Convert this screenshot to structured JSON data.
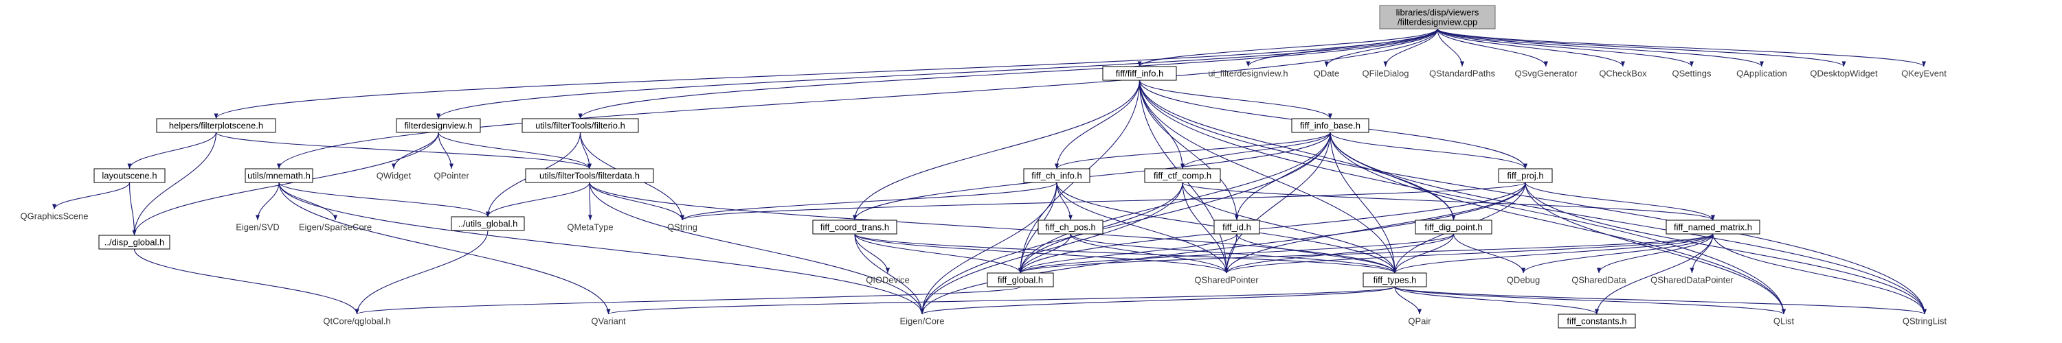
{
  "nodes": {
    "root": {
      "lines": [
        "libraries/disp/viewers",
        "/filterdesignview.cpp"
      ],
      "kind": "root"
    },
    "filterplotscene_h": {
      "lines": [
        "helpers/filterplotscene.h"
      ],
      "kind": "box"
    },
    "layoutscene_h": {
      "lines": [
        "layoutscene.h"
      ],
      "kind": "box"
    },
    "qgraphicsscene": {
      "lines": [
        "QGraphicsScene"
      ],
      "kind": "sys"
    },
    "disp_global_h": {
      "lines": [
        "../disp_global.h"
      ],
      "kind": "box"
    },
    "qtcore_qglobal": {
      "lines": [
        "QtCore/qglobal.h"
      ],
      "kind": "sys"
    },
    "mnemath_h": {
      "lines": [
        "utils/mnemath.h"
      ],
      "kind": "box"
    },
    "eigen_svd": {
      "lines": [
        "Eigen/SVD"
      ],
      "kind": "sys"
    },
    "eigen_sparsecore": {
      "lines": [
        "Eigen/SparseCore"
      ],
      "kind": "sys"
    },
    "utils_global_h": {
      "lines": [
        "../utils_global.h"
      ],
      "kind": "box"
    },
    "qvariant": {
      "lines": [
        "QVariant"
      ],
      "kind": "sys"
    },
    "eigen_core": {
      "lines": [
        "Eigen/Core"
      ],
      "kind": "sys"
    },
    "filterdesignview_h": {
      "lines": [
        "filterdesignview.h"
      ],
      "kind": "box"
    },
    "qwidget": {
      "lines": [
        "QWidget"
      ],
      "kind": "sys"
    },
    "qpointer": {
      "lines": [
        "QPointer"
      ],
      "kind": "sys"
    },
    "filterio_h": {
      "lines": [
        "utils/filterTools/filterio.h"
      ],
      "kind": "box"
    },
    "filterdata_h": {
      "lines": [
        "utils/filterTools/filterdata.h"
      ],
      "kind": "box"
    },
    "qmetatype": {
      "lines": [
        "QMetaType"
      ],
      "kind": "sys"
    },
    "qstring": {
      "lines": [
        "QString"
      ],
      "kind": "sys"
    },
    "fiff_info_h": {
      "lines": [
        "fiff/fiff_info.h"
      ],
      "kind": "box"
    },
    "ui_filterdesignview_h": {
      "lines": [
        "ui_filterdesignview.h"
      ],
      "kind": "sys"
    },
    "qdate": {
      "lines": [
        "QDate"
      ],
      "kind": "sys"
    },
    "qfiledialog": {
      "lines": [
        "QFileDialog"
      ],
      "kind": "sys"
    },
    "qstandardpaths": {
      "lines": [
        "QStandardPaths"
      ],
      "kind": "sys"
    },
    "qsvggenerator": {
      "lines": [
        "QSvgGenerator"
      ],
      "kind": "sys"
    },
    "qcheckbox": {
      "lines": [
        "QCheckBox"
      ],
      "kind": "sys"
    },
    "qsettings": {
      "lines": [
        "QSettings"
      ],
      "kind": "sys"
    },
    "qapplication": {
      "lines": [
        "QApplication"
      ],
      "kind": "sys"
    },
    "qdesktopwidget": {
      "lines": [
        "QDesktopWidget"
      ],
      "kind": "sys"
    },
    "qkeyevent": {
      "lines": [
        "QKeyEvent"
      ],
      "kind": "sys"
    },
    "fiff_info_base_h": {
      "lines": [
        "fiff_info_base.h"
      ],
      "kind": "box"
    },
    "fiff_ch_info_h": {
      "lines": [
        "fiff_ch_info.h"
      ],
      "kind": "box"
    },
    "fiff_ctf_comp_h": {
      "lines": [
        "fiff_ctf_comp.h"
      ],
      "kind": "box"
    },
    "fiff_proj_h": {
      "lines": [
        "fiff_proj.h"
      ],
      "kind": "box"
    },
    "fiff_coord_trans_h": {
      "lines": [
        "fiff_coord_trans.h"
      ],
      "kind": "box"
    },
    "fiff_ch_pos_h": {
      "lines": [
        "fiff_ch_pos.h"
      ],
      "kind": "box"
    },
    "fiff_id_h": {
      "lines": [
        "fiff_id.h"
      ],
      "kind": "box"
    },
    "fiff_dig_point_h": {
      "lines": [
        "fiff_dig_point.h"
      ],
      "kind": "box"
    },
    "fiff_named_matrix_h": {
      "lines": [
        "fiff_named_matrix.h"
      ],
      "kind": "box"
    },
    "fiff_global_h": {
      "lines": [
        "fiff_global.h"
      ],
      "kind": "box"
    },
    "fiff_types_h": {
      "lines": [
        "fiff_types.h"
      ],
      "kind": "box"
    },
    "qsharedpointer": {
      "lines": [
        "QSharedPointer"
      ],
      "kind": "sys"
    },
    "qiodevice": {
      "lines": [
        "QIODevice"
      ],
      "kind": "sys"
    },
    "qdebug": {
      "lines": [
        "QDebug"
      ],
      "kind": "sys"
    },
    "qshareddata": {
      "lines": [
        "QSharedData"
      ],
      "kind": "sys"
    },
    "qshareddatapointer": {
      "lines": [
        "QSharedDataPointer"
      ],
      "kind": "sys"
    },
    "qlist": {
      "lines": [
        "QList"
      ],
      "kind": "sys"
    },
    "qstringlist": {
      "lines": [
        "QStringList"
      ],
      "kind": "sys"
    },
    "qpair": {
      "lines": [
        "QPair"
      ],
      "kind": "sys"
    },
    "fiff_constants_h": {
      "lines": [
        "fiff_constants.h"
      ],
      "kind": "box"
    }
  },
  "edges": [
    [
      "root",
      "filterplotscene_h"
    ],
    [
      "root",
      "mnemath_h"
    ],
    [
      "root",
      "filterdesignview_h"
    ],
    [
      "root",
      "filterio_h"
    ],
    [
      "root",
      "fiff_info_h"
    ],
    [
      "root",
      "ui_filterdesignview_h"
    ],
    [
      "root",
      "qdate"
    ],
    [
      "root",
      "qfiledialog"
    ],
    [
      "root",
      "qstandardpaths"
    ],
    [
      "root",
      "qsvggenerator"
    ],
    [
      "root",
      "qcheckbox"
    ],
    [
      "root",
      "qsettings"
    ],
    [
      "root",
      "qapplication"
    ],
    [
      "root",
      "qdesktopwidget"
    ],
    [
      "root",
      "qkeyevent"
    ],
    [
      "filterplotscene_h",
      "layoutscene_h"
    ],
    [
      "filterplotscene_h",
      "disp_global_h"
    ],
    [
      "filterplotscene_h",
      "filterdata_h"
    ],
    [
      "layoutscene_h",
      "qgraphicsscene"
    ],
    [
      "layoutscene_h",
      "disp_global_h"
    ],
    [
      "disp_global_h",
      "qtcore_qglobal"
    ],
    [
      "mnemath_h",
      "eigen_svd"
    ],
    [
      "mnemath_h",
      "eigen_sparsecore"
    ],
    [
      "mnemath_h",
      "utils_global_h"
    ],
    [
      "mnemath_h",
      "qvariant"
    ],
    [
      "mnemath_h",
      "eigen_core"
    ],
    [
      "utils_global_h",
      "qtcore_qglobal"
    ],
    [
      "filterdesignview_h",
      "disp_global_h"
    ],
    [
      "filterdesignview_h",
      "qwidget"
    ],
    [
      "filterdesignview_h",
      "qpointer"
    ],
    [
      "filterdesignview_h",
      "filterdata_h"
    ],
    [
      "filterio_h",
      "filterdata_h"
    ],
    [
      "filterio_h",
      "utils_global_h"
    ],
    [
      "filterio_h",
      "qstring"
    ],
    [
      "filterdata_h",
      "utils_global_h"
    ],
    [
      "filterdata_h",
      "qmetatype"
    ],
    [
      "filterdata_h",
      "qstring"
    ],
    [
      "filterdata_h",
      "eigen_core"
    ],
    [
      "filterdata_h",
      "fiff_types_h"
    ],
    [
      "fiff_info_h",
      "fiff_info_base_h"
    ],
    [
      "fiff_info_h",
      "fiff_ch_info_h"
    ],
    [
      "fiff_info_h",
      "fiff_ctf_comp_h"
    ],
    [
      "fiff_info_h",
      "fiff_proj_h"
    ],
    [
      "fiff_info_h",
      "fiff_coord_trans_h"
    ],
    [
      "fiff_info_h",
      "fiff_id_h"
    ],
    [
      "fiff_info_h",
      "fiff_dig_point_h"
    ],
    [
      "fiff_info_h",
      "fiff_global_h"
    ],
    [
      "fiff_info_h",
      "fiff_types_h"
    ],
    [
      "fiff_info_h",
      "qsharedpointer"
    ],
    [
      "fiff_info_h",
      "qlist"
    ],
    [
      "fiff_info_h",
      "qstringlist"
    ],
    [
      "fiff_info_base_h",
      "fiff_ch_info_h"
    ],
    [
      "fiff_info_base_h",
      "fiff_ctf_comp_h"
    ],
    [
      "fiff_info_base_h",
      "fiff_proj_h"
    ],
    [
      "fiff_info_base_h",
      "fiff_coord_trans_h"
    ],
    [
      "fiff_info_base_h",
      "fiff_id_h"
    ],
    [
      "fiff_info_base_h",
      "fiff_dig_point_h"
    ],
    [
      "fiff_info_base_h",
      "fiff_global_h"
    ],
    [
      "fiff_info_base_h",
      "fiff_types_h"
    ],
    [
      "fiff_info_base_h",
      "qsharedpointer"
    ],
    [
      "fiff_info_base_h",
      "qlist"
    ],
    [
      "fiff_info_base_h",
      "qstringlist"
    ],
    [
      "fiff_info_base_h",
      "eigen_core"
    ],
    [
      "fiff_ch_info_h",
      "fiff_ch_pos_h"
    ],
    [
      "fiff_ch_info_h",
      "fiff_global_h"
    ],
    [
      "fiff_ch_info_h",
      "fiff_types_h"
    ],
    [
      "fiff_ch_info_h",
      "qsharedpointer"
    ],
    [
      "fiff_ch_info_h",
      "qstring"
    ],
    [
      "fiff_ch_info_h",
      "eigen_core"
    ],
    [
      "fiff_ctf_comp_h",
      "fiff_named_matrix_h"
    ],
    [
      "fiff_ctf_comp_h",
      "fiff_global_h"
    ],
    [
      "fiff_ctf_comp_h",
      "fiff_types_h"
    ],
    [
      "fiff_ctf_comp_h",
      "qsharedpointer"
    ],
    [
      "fiff_ctf_comp_h",
      "eigen_core"
    ],
    [
      "fiff_proj_h",
      "fiff_named_matrix_h"
    ],
    [
      "fiff_proj_h",
      "fiff_global_h"
    ],
    [
      "fiff_proj_h",
      "fiff_types_h"
    ],
    [
      "fiff_proj_h",
      "qsharedpointer"
    ],
    [
      "fiff_proj_h",
      "qstring"
    ],
    [
      "fiff_proj_h",
      "qlist"
    ],
    [
      "fiff_proj_h",
      "qstringlist"
    ],
    [
      "fiff_proj_h",
      "eigen_core"
    ],
    [
      "fiff_coord_trans_h",
      "fiff_global_h"
    ],
    [
      "fiff_coord_trans_h",
      "fiff_types_h"
    ],
    [
      "fiff_coord_trans_h",
      "qsharedpointer"
    ],
    [
      "fiff_coord_trans_h",
      "qiodevice"
    ],
    [
      "fiff_coord_trans_h",
      "eigen_core"
    ],
    [
      "fiff_ch_pos_h",
      "fiff_global_h"
    ],
    [
      "fiff_ch_pos_h",
      "fiff_types_h"
    ],
    [
      "fiff_ch_pos_h",
      "qsharedpointer"
    ],
    [
      "fiff_id_h",
      "fiff_global_h"
    ],
    [
      "fiff_id_h",
      "fiff_types_h"
    ],
    [
      "fiff_id_h",
      "qsharedpointer"
    ],
    [
      "fiff_dig_point_h",
      "fiff_global_h"
    ],
    [
      "fiff_dig_point_h",
      "fiff_types_h"
    ],
    [
      "fiff_dig_point_h",
      "qsharedpointer"
    ],
    [
      "fiff_dig_point_h",
      "qdebug"
    ],
    [
      "fiff_named_matrix_h",
      "fiff_global_h"
    ],
    [
      "fiff_named_matrix_h",
      "fiff_types_h"
    ],
    [
      "fiff_named_matrix_h",
      "qsharedpointer"
    ],
    [
      "fiff_named_matrix_h",
      "qdebug"
    ],
    [
      "fiff_named_matrix_h",
      "qshareddata"
    ],
    [
      "fiff_named_matrix_h",
      "qshareddatapointer"
    ],
    [
      "fiff_named_matrix_h",
      "qstringlist"
    ],
    [
      "fiff_named_matrix_h",
      "fiff_constants_h"
    ],
    [
      "fiff_global_h",
      "qtcore_qglobal"
    ],
    [
      "fiff_types_h",
      "qvariant"
    ],
    [
      "fiff_types_h",
      "eigen_core"
    ],
    [
      "fiff_types_h",
      "qpair"
    ],
    [
      "fiff_types_h",
      "fiff_constants_h"
    ],
    [
      "fiff_types_h",
      "qlist"
    ],
    [
      "fiff_types_h",
      "qstringlist"
    ]
  ]
}
